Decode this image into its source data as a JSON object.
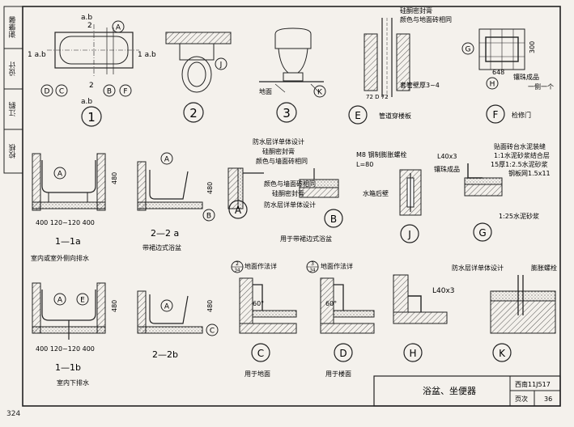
{
  "page_number": "324",
  "sidebar": {
    "items": [
      "校核",
      "江鹤",
      "设计",
      "谢肇馨"
    ]
  },
  "title_block": {
    "title": "浴盆、坐便器",
    "atlas_code": "西南11J517",
    "page_label": "页次",
    "page_value": "36"
  },
  "top_row": {
    "d1": {
      "tag_ab_top": "a.b",
      "num_2_top": "2",
      "tag_ab_left": "1 a.b",
      "tag_ab_right": "1 a.b",
      "num_2_bot": "2",
      "tag_ab_bot": "a.b",
      "circle": "1"
    },
    "d2": {
      "circle": "2"
    },
    "d3": {
      "floor_label": "地面",
      "circle": "3"
    },
    "dE": {
      "label_1": "硅酮密封膏",
      "label_2": "颜色与地面砖相同",
      "label_3": "套管壁厚3~4",
      "dim": "72 D 72",
      "caption": "管道穿楼板"
    },
    "dF": {
      "dim_v": "300",
      "dim_h": "648",
      "label": "镶珠成品",
      "label2": "一侧一个",
      "caption": "检修门"
    }
  },
  "mid_row": {
    "s1a": {
      "dims": "400 120~120 400",
      "dim_h": "480",
      "title": "1—1a",
      "caption": "室内或室外侧向排水"
    },
    "s2a": {
      "dim_h": "480",
      "title": "2—2 a",
      "caption": "带裙边式浴盆"
    },
    "dA": {
      "label_1": "防水层详单体设计",
      "label_2": "硅酮密封膏",
      "label_3": "颜色与墙面砖相同"
    },
    "dB": {
      "label_1": "颜色与墙面砖相同",
      "label_2": "硅酮密封膏",
      "label_3": "防水层详单体设计",
      "caption": "用于带裙边式浴盆"
    },
    "dJ": {
      "label_1": "M8 钢制膨胀螺栓",
      "label_2": "L=80",
      "label_3": "水箱后壁"
    },
    "dG": {
      "label_steel": "L40x3",
      "label_bead": "镶珠成品",
      "note_1": "贴面砖台水泥装缝",
      "note_2": "1:1水泥砂浆结合层",
      "note_3": "15厚1:2.5水泥砂浆",
      "note_4": "钢板网1.5x11",
      "note_5": "1:25水泥砂浆"
    }
  },
  "bottom_row": {
    "s1b": {
      "dims": "400 120~120 400",
      "dim_h": "480",
      "title": "1—1b",
      "caption": "室内下排水"
    },
    "s2b": {
      "dim_h": "480",
      "title": "2—2b"
    },
    "dC": {
      "ref_top": "2",
      "ref_bot": "34",
      "label": "地面作法详",
      "angle": "60°",
      "caption": "用于地面"
    },
    "dD": {
      "ref_top": "3",
      "ref_bot": "34",
      "label": "地面作法详",
      "angle": "60°",
      "caption": "用于楼面"
    },
    "dH": {
      "label": "L40x3"
    },
    "dK": {
      "label_1": "防水层详单体设计",
      "label_2": "膨胀螺栓"
    }
  },
  "circle_tags": {
    "A": "A",
    "B": "B",
    "C": "C",
    "D": "D",
    "E": "E",
    "F": "F",
    "G": "G",
    "H": "H",
    "J": "J",
    "K": "K"
  }
}
